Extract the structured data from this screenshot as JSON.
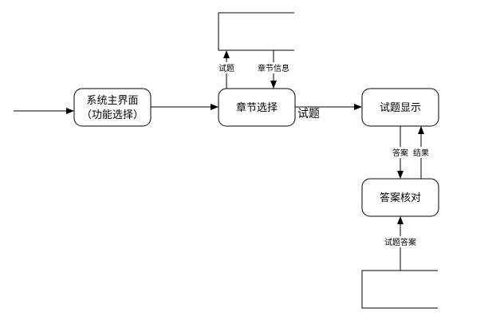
{
  "nodes": {
    "main_ui": {
      "line1": "系统主界面",
      "line2": "（功能选择）"
    },
    "chapter_select": {
      "label": "章节选择"
    },
    "question_display": {
      "label": "试题显示"
    },
    "answer_check": {
      "label": "答案核对"
    }
  },
  "stores": {
    "top_store": {
      "label": ""
    },
    "bottom_store": {
      "label": ""
    }
  },
  "edges": {
    "entry": {
      "label": ""
    },
    "main_to_chapter": {
      "label": ""
    },
    "chapter_to_store_questions": {
      "label": "试题"
    },
    "store_to_chapter_info": {
      "label": "章节信息"
    },
    "chapter_to_display": {
      "label": "试题"
    },
    "display_to_check_answer": {
      "label": "答案"
    },
    "check_to_display_result": {
      "label": "结果"
    },
    "store_to_check": {
      "label": "试题答案"
    }
  },
  "colors": {
    "stroke": "#000000",
    "background": "#ffffff"
  }
}
